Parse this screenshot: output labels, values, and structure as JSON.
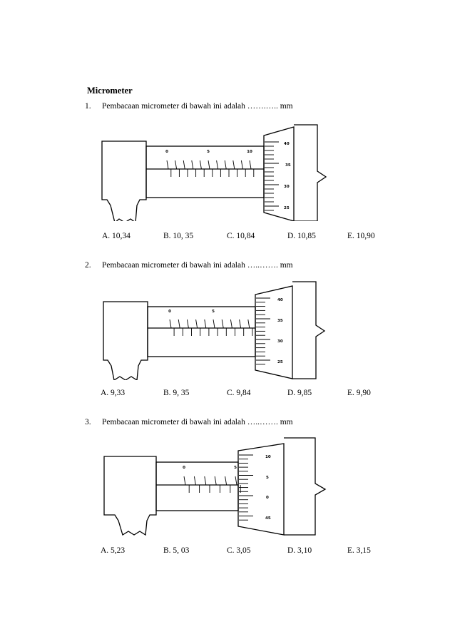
{
  "title": "Micrometer",
  "questions": [
    {
      "number": "1.",
      "text": "Pembacaan micrometer  di bawah ini adalah …….….. mm",
      "options": [
        "A.  10,34",
        "B. 10, 35",
        "C. 10,84",
        "D. 10,85",
        "E. 10,90"
      ],
      "sleeve_labels": [
        "0",
        "5",
        "10"
      ],
      "thimble_labels": [
        "40",
        "35",
        "30",
        "25"
      ]
    },
    {
      "number": "2.",
      "text": "Pembacaan micrometer  di bawah ini adalah …..……. mm",
      "options": [
        "A.  9,33",
        "B. 9, 35",
        "C. 9,84",
        "D. 9,85",
        "E. 9,90"
      ],
      "sleeve_labels": [
        "0",
        "5"
      ],
      "thimble_labels": [
        "40",
        "35",
        "30",
        "25"
      ]
    },
    {
      "number": "3.",
      "text": "Pembacaan micrometer  di bawah ini adalah …..……. mm",
      "options": [
        "A.  5,23",
        "B. 5, 03",
        "C. 3,05",
        "D. 3,10",
        "E. 3,15"
      ],
      "sleeve_labels": [
        "0",
        "5"
      ],
      "thimble_labels": [
        "10",
        "5",
        "0",
        "45"
      ]
    }
  ]
}
